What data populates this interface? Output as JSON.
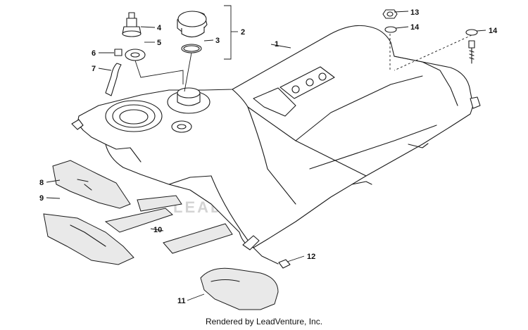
{
  "callouts": [
    "1",
    "2",
    "3",
    "4",
    "5",
    "6",
    "7",
    "8",
    "9",
    "10",
    "11",
    "12",
    "13",
    "14",
    "14"
  ],
  "watermark": "LEADVENTURE",
  "footer": "Rendered by LeadVenture, Inc."
}
